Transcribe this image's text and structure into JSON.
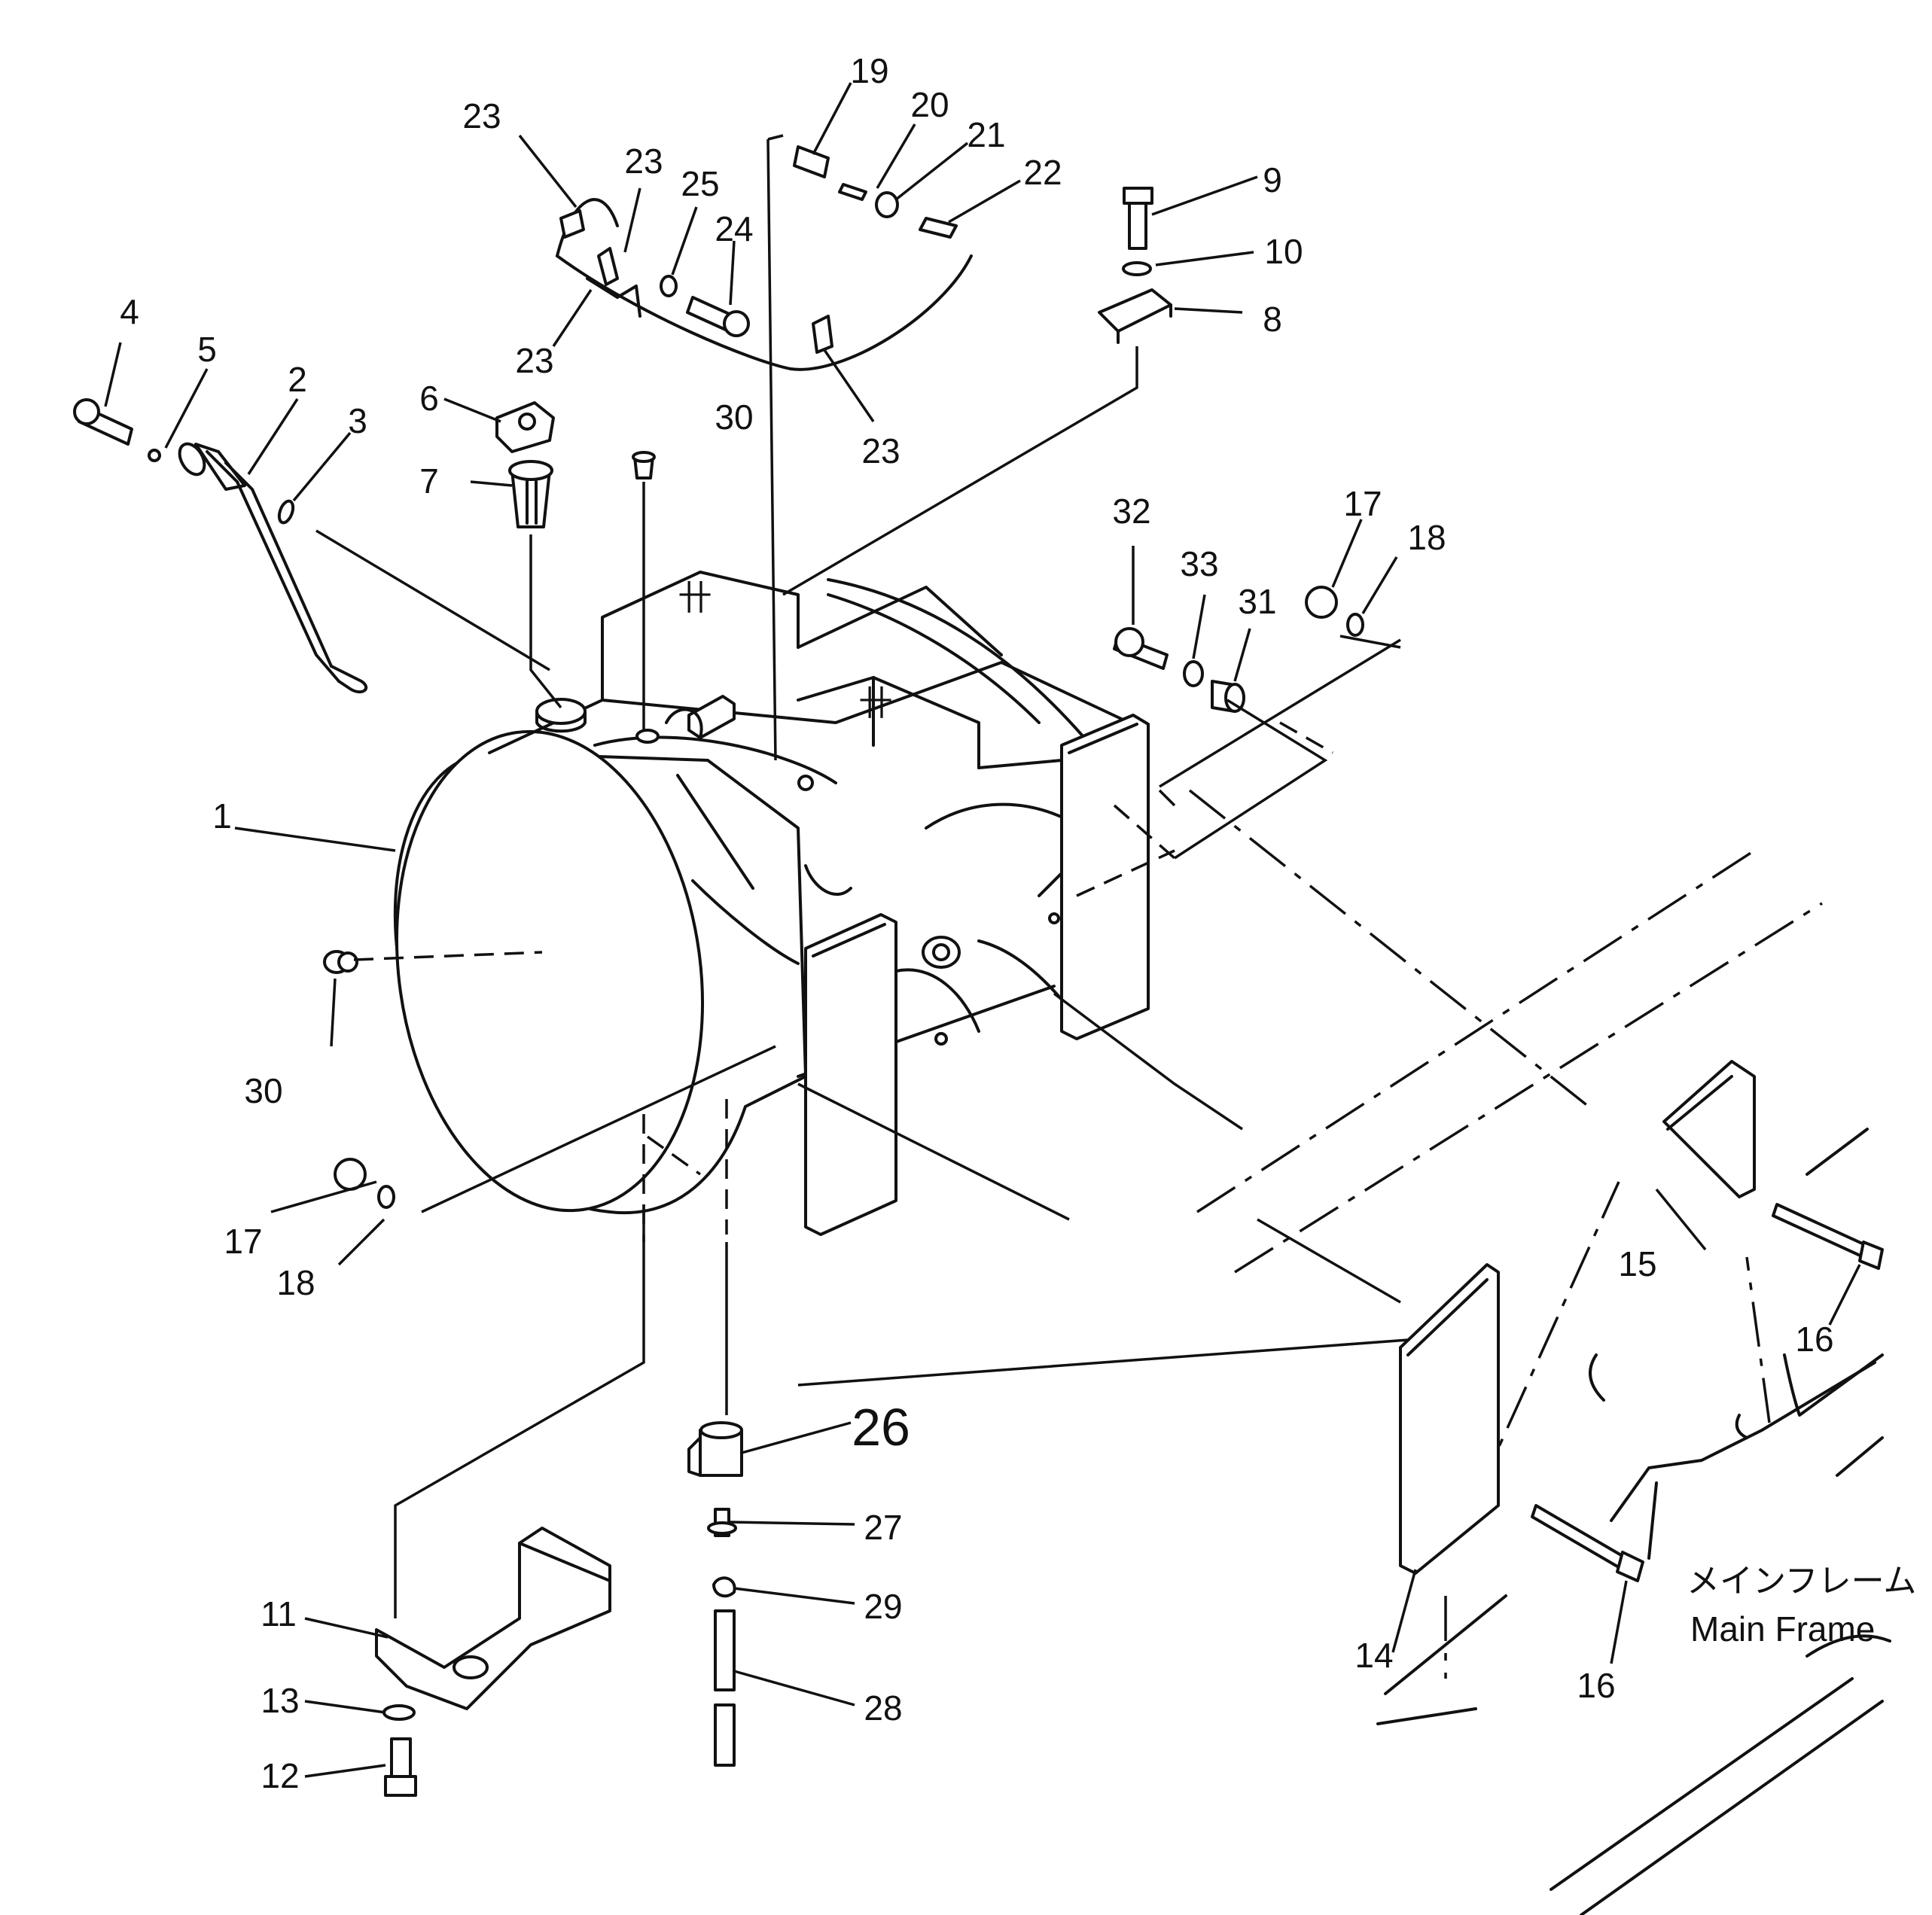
{
  "labels": {
    "p1": "1",
    "p2": "2",
    "p3": "3",
    "p4": "4",
    "p5": "5",
    "p6": "6",
    "p7": "7",
    "p8": "8",
    "p9": "9",
    "p10": "10",
    "p11": "11",
    "p12": "12",
    "p13": "13",
    "p14": "14",
    "p15": "15",
    "p16a": "16",
    "p16b": "16",
    "p17a": "17",
    "p17b": "17",
    "p18a": "18",
    "p18b": "18",
    "p19": "19",
    "p20": "20",
    "p21": "21",
    "p22": "22",
    "p23a": "23",
    "p23b": "23",
    "p23c": "23",
    "p23d": "23",
    "p24": "24",
    "p25": "25",
    "p26": "26",
    "p27": "27",
    "p28": "28",
    "p29": "29",
    "p30a": "30",
    "p30b": "30",
    "p31": "31",
    "p32": "32",
    "p33": "33"
  },
  "frame_caption": {
    "japanese": "メインフレーム",
    "english": "Main Frame"
  }
}
